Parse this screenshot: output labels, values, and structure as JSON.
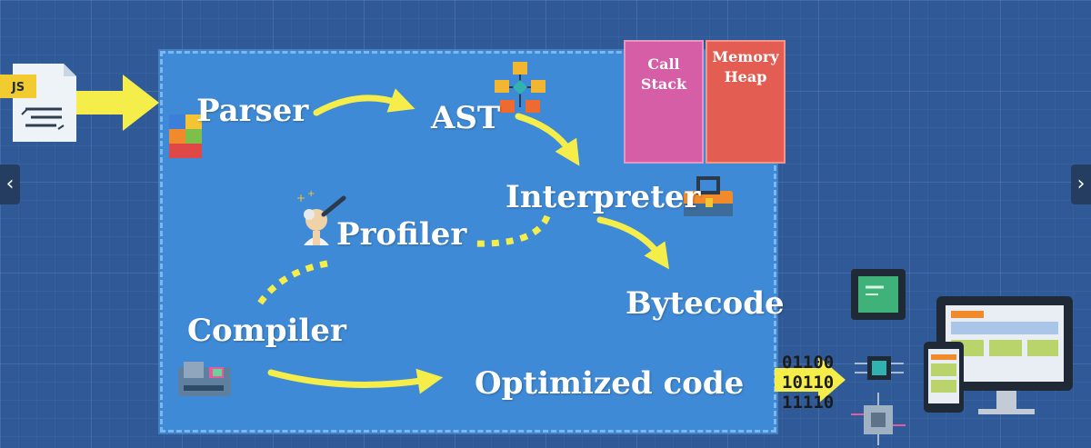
{
  "labels": {
    "parser": "Parser",
    "ast": "AST",
    "interpreter": "Interpreter",
    "profiler": "Profiler",
    "compiler": "Compiler",
    "bytecode": "Bytecode",
    "optimized": "Optimized code"
  },
  "memory": {
    "call_stack": "Call Stack",
    "memory_heap": "Memory Heap"
  },
  "file": {
    "badge": "JS"
  },
  "binary": [
    "01100",
    "10110",
    "11110"
  ],
  "nav": {
    "prev": "‹",
    "next": "›"
  },
  "colors": {
    "background": "#2f5a97",
    "engine": "#3f8ad6",
    "arrow": "#f5ee4a",
    "call_stack": "#d65ea6",
    "memory_heap": "#e45d52"
  }
}
